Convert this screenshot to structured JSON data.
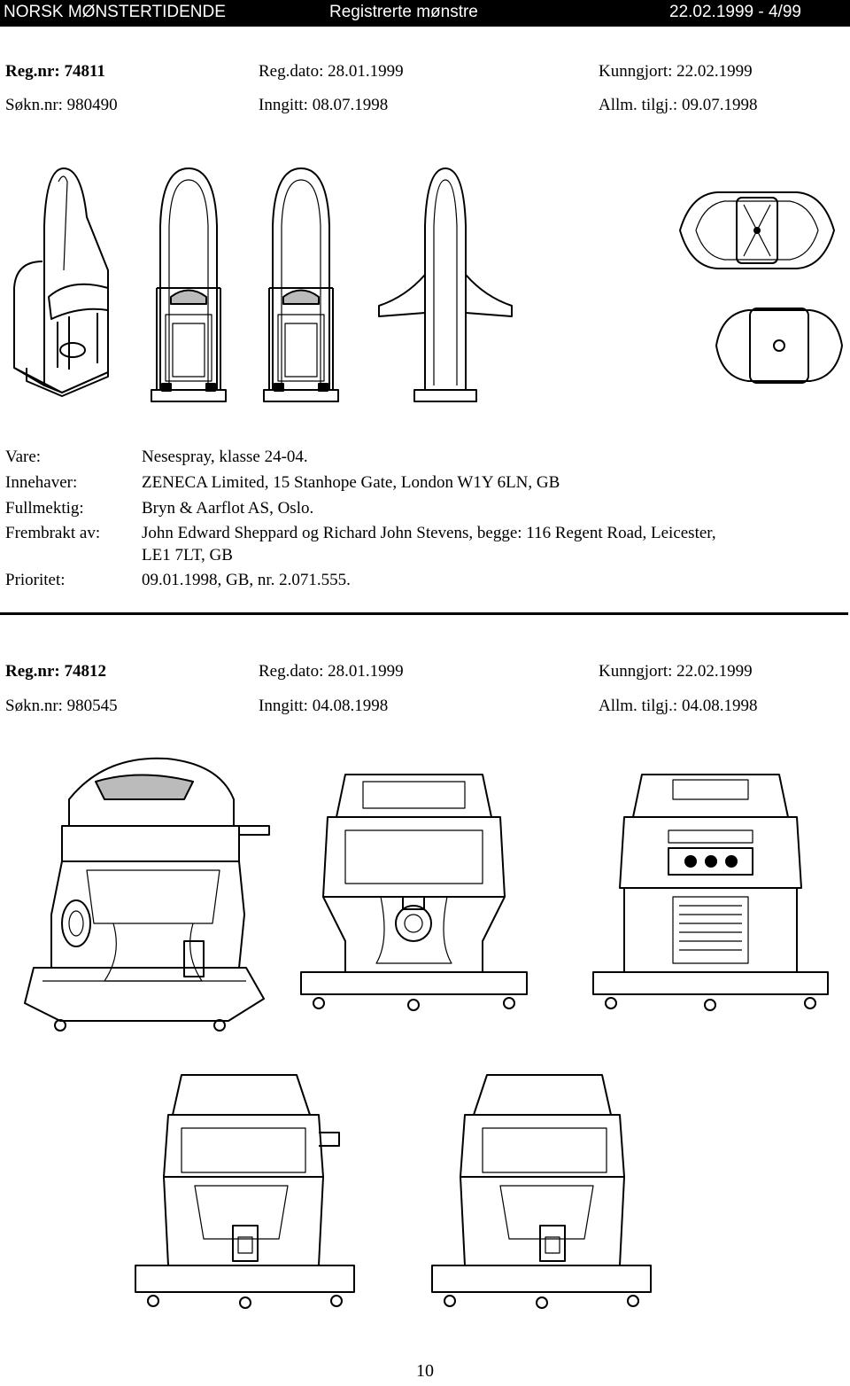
{
  "header": {
    "publication": "NORSK MØNSTERTIDENDE",
    "section": "Registrerte mønstre",
    "issue": "22.02.1999 - 4/99"
  },
  "entries": [
    {
      "regnr": "Reg.nr: 74811",
      "regdato": "Reg.dato: 28.01.1999",
      "kunngjort": "Kunngjort: 22.02.1999",
      "soknr": "Søkn.nr: 980490",
      "inngitt": "Inngitt: 08.07.1998",
      "allm": "Allm. tilgj.: 09.07.1998",
      "fields": [
        {
          "label": "Vare:",
          "value": "Nesespray, klasse 24-04."
        },
        {
          "label": "Innehaver:",
          "value": "ZENECA Limited, 15 Stanhope Gate, London W1Y 6LN, GB"
        },
        {
          "label": "Fullmektig:",
          "value": "Bryn & Aarflot AS, Oslo."
        },
        {
          "label": "Frembrakt av:",
          "value": "John Edward Sheppard og Richard John Stevens, begge: 116 Regent Road, Leicester,",
          "value2": "LE1 7LT, GB"
        },
        {
          "label": "Prioritet:",
          "value": "09.01.1998, GB, nr. 2.071.555."
        }
      ]
    },
    {
      "regnr": "Reg.nr: 74812",
      "regdato": "Reg.dato: 28.01.1999",
      "kunngjort": "Kunngjort: 22.02.1999",
      "soknr": "Søkn.nr: 980545",
      "inngitt": "Inngitt: 04.08.1998",
      "allm": "Allm. tilgj.: 04.08.1998"
    }
  ],
  "page_number": "10"
}
